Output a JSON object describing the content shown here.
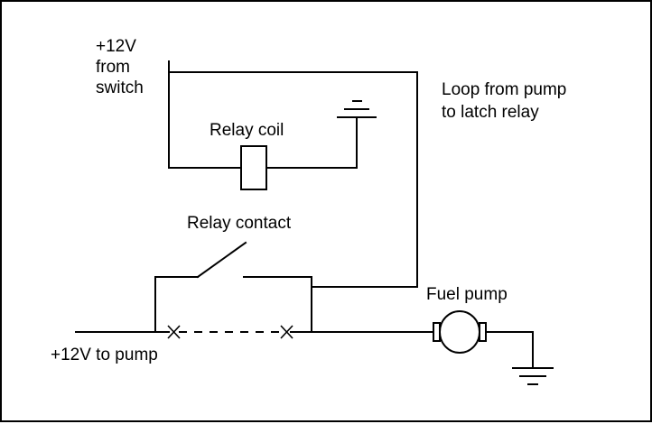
{
  "labels": {
    "supply_line1": "+12V",
    "supply_line2": "from",
    "supply_line3": "switch",
    "relay_coil": "Relay coil",
    "loop_line1": "Loop from pump",
    "loop_line2": "to latch relay",
    "relay_contact": "Relay contact",
    "fuel_pump": "Fuel pump",
    "pump_feed": "+12V to pump"
  },
  "colors": {
    "line": "#000000",
    "background": "#ffffff"
  }
}
